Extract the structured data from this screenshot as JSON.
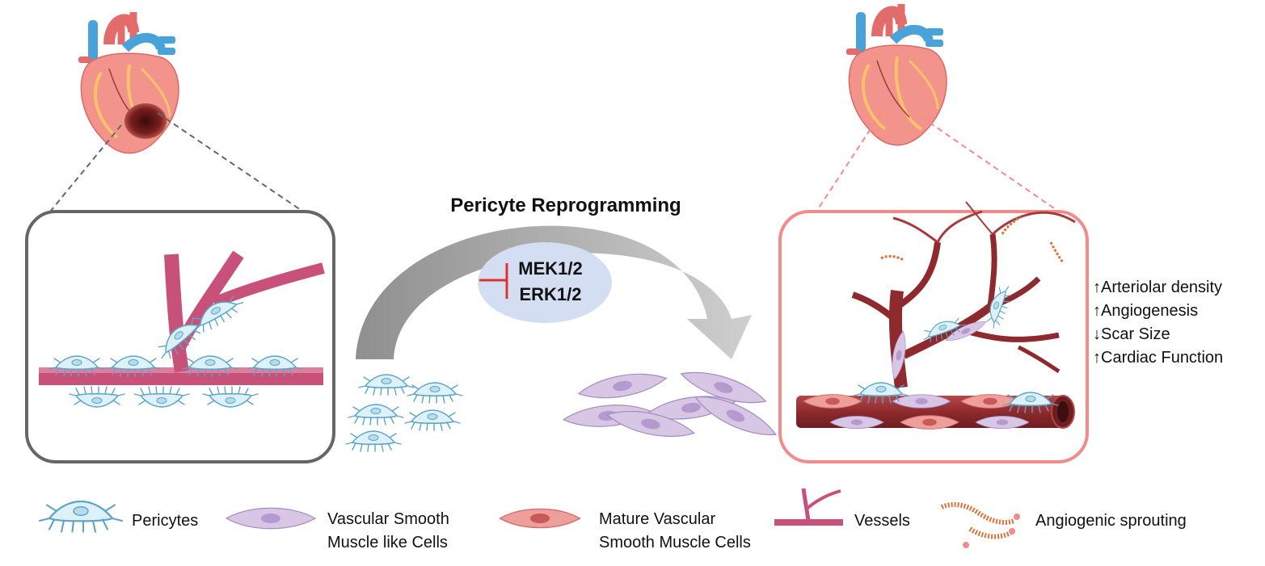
{
  "title": "Pericyte Reprogramming",
  "inhibitors": [
    "MEK1/2",
    "ERK1/2"
  ],
  "outcomes": [
    "↑Arteriolar density",
    "↑Angiogenesis",
    "↓Scar Size",
    "↑Cardiac Function"
  ],
  "legend": {
    "pericytes": [
      "Pericytes"
    ],
    "vsmc_like": [
      "Vascular Smooth",
      "Muscle like Cells"
    ],
    "mature_vsmc": [
      "Mature Vascular",
      "Smooth Muscle Cells"
    ],
    "vessels": [
      "Vessels"
    ],
    "sprouting": [
      "Angiogenic sprouting"
    ]
  },
  "colors": {
    "vessel_injured": "#c8517a",
    "vessel_healed": "#8e2a2d",
    "pericyte": "#dcf1f8",
    "pericyte_edge": "#5fa4c6",
    "vsmc_like": "#d7c6e4",
    "vsmc_like_edge": "#a38bc2",
    "mature_vsmc": "#ee9e9b",
    "frame_injured": "#666666",
    "frame_healed": "#f08c8c",
    "inhibition": "#e03030",
    "inhibitor_bubble": "#d3def3"
  }
}
